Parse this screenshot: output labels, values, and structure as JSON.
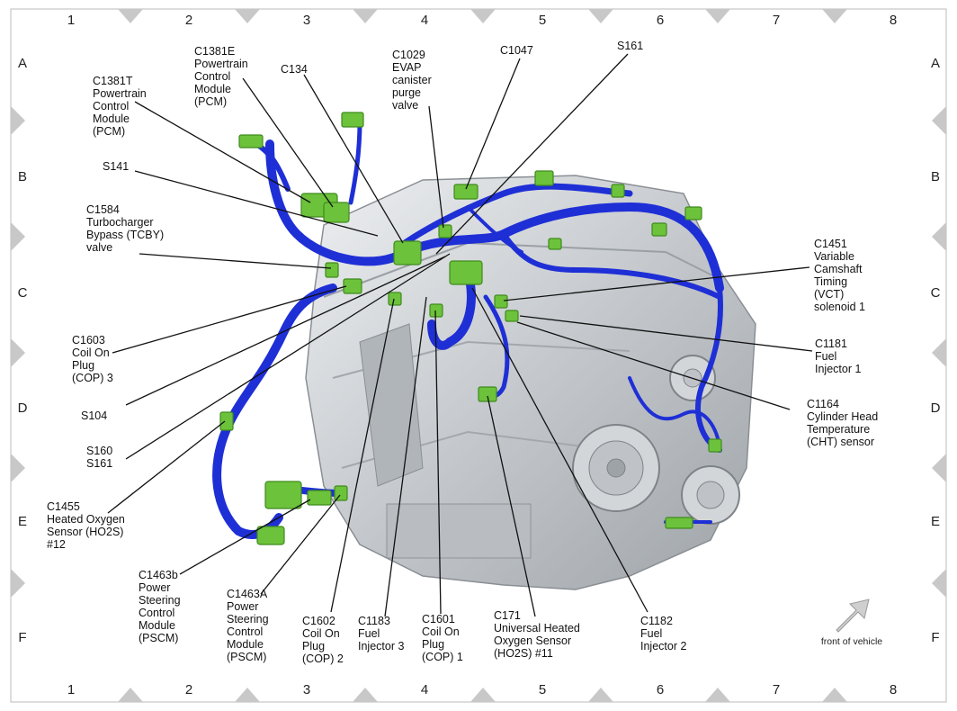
{
  "grid": {
    "columns": [
      "1",
      "2",
      "3",
      "4",
      "5",
      "6",
      "7",
      "8"
    ],
    "rows": [
      "A",
      "B",
      "C",
      "D",
      "E",
      "F"
    ]
  },
  "callouts": [
    {
      "id": "c1381t",
      "lines": [
        "C1381T",
        "Powertrain",
        "Control",
        "Module",
        "(PCM)"
      ]
    },
    {
      "id": "c1381e",
      "lines": [
        "C1381E",
        "Powertrain",
        "Control",
        "Module",
        "(PCM)"
      ]
    },
    {
      "id": "c134",
      "lines": [
        "C134"
      ]
    },
    {
      "id": "c1029",
      "lines": [
        "C1029",
        "EVAP",
        "canister",
        "purge",
        "valve"
      ]
    },
    {
      "id": "c1047",
      "lines": [
        "C1047"
      ]
    },
    {
      "id": "s161-top",
      "lines": [
        "S161"
      ]
    },
    {
      "id": "s141",
      "lines": [
        "S141"
      ]
    },
    {
      "id": "c1584",
      "lines": [
        "C1584",
        "Turbocharger",
        "Bypass (TCBY)",
        "valve"
      ]
    },
    {
      "id": "c1451",
      "lines": [
        "C1451",
        "Variable",
        "Camshaft",
        "Timing",
        "(VCT)",
        "solenoid 1"
      ]
    },
    {
      "id": "c1603",
      "lines": [
        "C1603",
        "Coil On",
        "Plug",
        "(COP) 3"
      ]
    },
    {
      "id": "c1181",
      "lines": [
        "C1181",
        "Fuel",
        "Injector 1"
      ]
    },
    {
      "id": "s104",
      "lines": [
        "S104"
      ]
    },
    {
      "id": "c1164",
      "lines": [
        "C1164",
        "Cylinder Head",
        "Temperature",
        "(CHT) sensor"
      ]
    },
    {
      "id": "s160-s161",
      "lines": [
        "S160",
        "S161"
      ]
    },
    {
      "id": "c1455",
      "lines": [
        "C1455",
        "Heated Oxygen",
        "Sensor (HO2S)",
        "#12"
      ]
    },
    {
      "id": "c1463b",
      "lines": [
        "C1463b",
        "Power",
        "Steering",
        "Control",
        "Module",
        "(PSCM)"
      ]
    },
    {
      "id": "c1463a",
      "lines": [
        "C1463A",
        "Power",
        "Steering",
        "Control",
        "Module",
        "(PSCM)"
      ]
    },
    {
      "id": "c1602",
      "lines": [
        "C1602",
        "Coil On",
        "Plug",
        "(COP) 2"
      ]
    },
    {
      "id": "c1183",
      "lines": [
        "C1183",
        "Fuel",
        "Injector 3"
      ]
    },
    {
      "id": "c1601",
      "lines": [
        "C1601",
        "Coil On",
        "Plug",
        "(COP) 1"
      ]
    },
    {
      "id": "c171",
      "lines": [
        "C171",
        "Universal Heated",
        "Oxygen Sensor",
        "(HO2S) #11"
      ]
    },
    {
      "id": "c1182",
      "lines": [
        "C1182",
        "Fuel",
        "Injector 2"
      ]
    }
  ],
  "orientation_label": "front of vehicle",
  "colors": {
    "harness": "#1f2fd6",
    "connector": "#6cc23a",
    "engine": "#c9ccd0",
    "grid_marker": "#c8c8c8"
  }
}
